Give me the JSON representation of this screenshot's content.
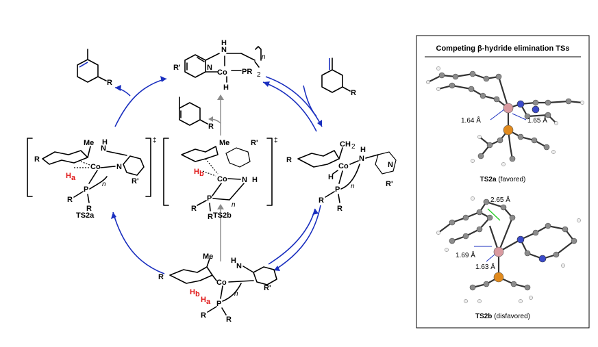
{
  "panel": {
    "title": "Competing β-hydride elimination TSs"
  },
  "ts2a_3d": {
    "dist1": "1.64 Å",
    "dist2": "1.65 Å",
    "caption_bold": "TS2a",
    "caption_rest": "(favored)"
  },
  "ts2b_3d": {
    "dist1": "2.65 Å",
    "dist2": "1.69 Å",
    "dist3": "1.63 Å",
    "caption_bold": "TS2b",
    "caption_rest": "(disfavored)"
  },
  "cycle": {
    "top_complex": {
      "N_H": "N",
      "H": "H",
      "R_prime": "R'",
      "Co": "Co",
      "PR2": "PR",
      "sub2": "2",
      "n": "n",
      "CoH": "H"
    },
    "product_left_R": "R",
    "product_middle_R": "R",
    "substrate_right_R": "R",
    "ts2a": {
      "label": "TS2a",
      "Me": "Me",
      "R": "R",
      "Co": "Co",
      "N": "N",
      "H": "H",
      "Ha": "H",
      "Ha_sub": "a",
      "P": "P",
      "R1": "R",
      "R2": "R",
      "n": "n",
      "R_prime": "R'",
      "dagger": "‡"
    },
    "ts2b": {
      "label": "TS2b",
      "Me": "Me",
      "Co": "Co",
      "N": "N",
      "H": "H",
      "Hb": "H",
      "Hb_sub": "b",
      "P": "P",
      "R1": "R",
      "R2": "R",
      "n": "n",
      "R_prime": "R'",
      "dagger": "‡"
    },
    "right_complex": {
      "CH2": "CH",
      "sub2": "2",
      "R": "R",
      "N": "N",
      "H_N": "H",
      "Co": "Co",
      "H_Co": "H",
      "P": "P",
      "R1": "R",
      "R2": "R",
      "n": "n",
      "N_py": "N",
      "R_prime": "R'"
    },
    "bottom_complex": {
      "Me": "Me",
      "R": "R",
      "Co": "Co",
      "N": "N",
      "H": "H",
      "Hb": "H",
      "Hb_sub": "b",
      "Ha": "H",
      "Ha_sub": "a",
      "P": "P",
      "R1": "R",
      "R2": "R",
      "n": "n",
      "R_prime": "R'"
    }
  }
}
